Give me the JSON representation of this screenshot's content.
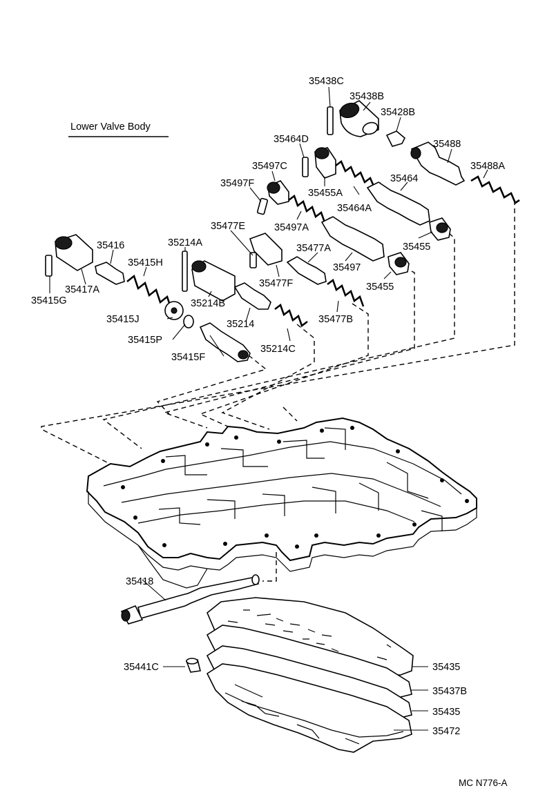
{
  "title": "Lower Valve Body",
  "code": "MC N776-A",
  "labels": {
    "p35438C": "35438C",
    "p35438B": "35438B",
    "p35428B": "35428B",
    "p35464D": "35464D",
    "p35488": "35488",
    "p35497C": "35497C",
    "p35488A": "35488A",
    "p35497F": "35497F",
    "p35455A": "35455A",
    "p35464": "35464",
    "p35464A": "35464A",
    "p35477E": "35477E",
    "p35497A": "35497A",
    "p35455_1": "35455",
    "p35416": "35416",
    "p35214A": "35214A",
    "p35477A": "35477A",
    "p35415H": "35415H",
    "p35497": "35497",
    "p35417A": "35417A",
    "p35477F": "35477F",
    "p35455_2": "35455",
    "p35415G": "35415G",
    "p35214B": "35214B",
    "p35415J": "35415J",
    "p35214": "35214",
    "p35477B": "35477B",
    "p35415P": "35415P",
    "p35214C": "35214C",
    "p35415F": "35415F",
    "p35418": "35418",
    "p35435_1": "35435",
    "p35441C": "35441C",
    "p35437B": "35437B",
    "p35435_2": "35435",
    "p35472": "35472"
  }
}
